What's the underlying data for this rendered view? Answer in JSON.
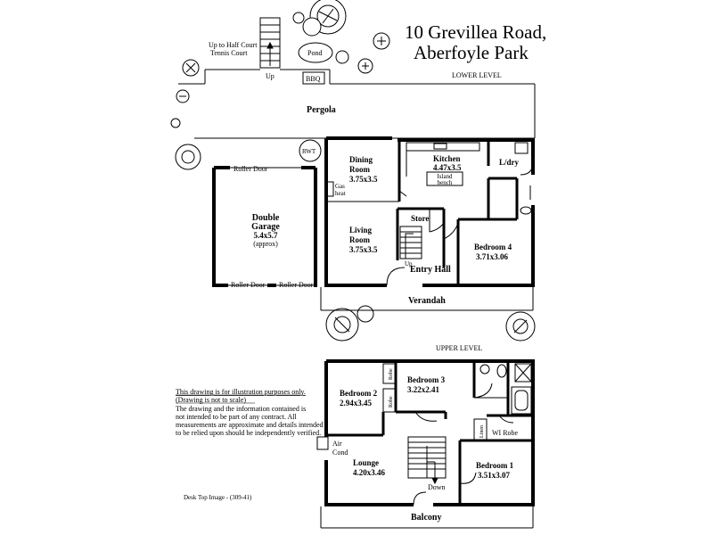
{
  "title": {
    "line1": "10 Grevillea Road,",
    "line2": "Aberfoyle Park"
  },
  "levels": {
    "lower": "LOWER LEVEL",
    "upper": "UPPER LEVEL"
  },
  "outdoor": {
    "tennis": "Up to Half Court",
    "tennis2": "Tennis Court",
    "up": "Up",
    "pond": "Pond",
    "bbq": "BBQ",
    "pergola": "Pergola",
    "rwt": "RWT",
    "verandah": "Verandah",
    "balcony": "Balcony"
  },
  "lower": {
    "roller_top": "Roller Door",
    "roller_bl": "Roller Door",
    "roller_br": "Roller Door",
    "garage_name": "Double",
    "garage_name2": "Garage",
    "garage_size": "5.4x5.7",
    "garage_note": "(approx)",
    "dining": "Dining",
    "dining2": "Room",
    "dining_size": "3.75x3.5",
    "gas": "Gas",
    "gas2": "heat",
    "kitchen": "Kitchen",
    "kitchen_size": "4.47x3.5",
    "island": "Island",
    "island2": "bench",
    "laundry": "L/dry",
    "store": "Store",
    "living": "Living",
    "living2": "Room",
    "living_size": "3.75x3.5",
    "bed4": "Bedroom 4",
    "bed4_size": "3.71x3.06",
    "up": "Up",
    "entry": "Entry Hall"
  },
  "upper": {
    "bed2": "Bedroom 2",
    "bed2_size": "2.94x3.45",
    "robe1": "Robe",
    "robe2": "Robe",
    "bed3": "Bedroom 3",
    "bed3_size": "3.22x2.41",
    "linen": "Linen",
    "wirobe": "WI Robe",
    "aircon": "Air",
    "aircon2": "Cond",
    "lounge": "Lounge",
    "lounge_size": "4.20x3.46",
    "bed1": "Bedroom 1",
    "bed1_size": "3.51x3.07",
    "down": "Down"
  },
  "disclaimer": {
    "line1": "This drawing is for illustration purposes only.",
    "line2": "(Drawing is not to scale)",
    "line3": "The drawing and the information contained is",
    "line4": "not intended to be part of any contract.  All",
    "line5": "measurements are approximate and details intended",
    "line6": "to be relied upon should be independently verified."
  },
  "footer": "Desk Top Image - (309-41)"
}
